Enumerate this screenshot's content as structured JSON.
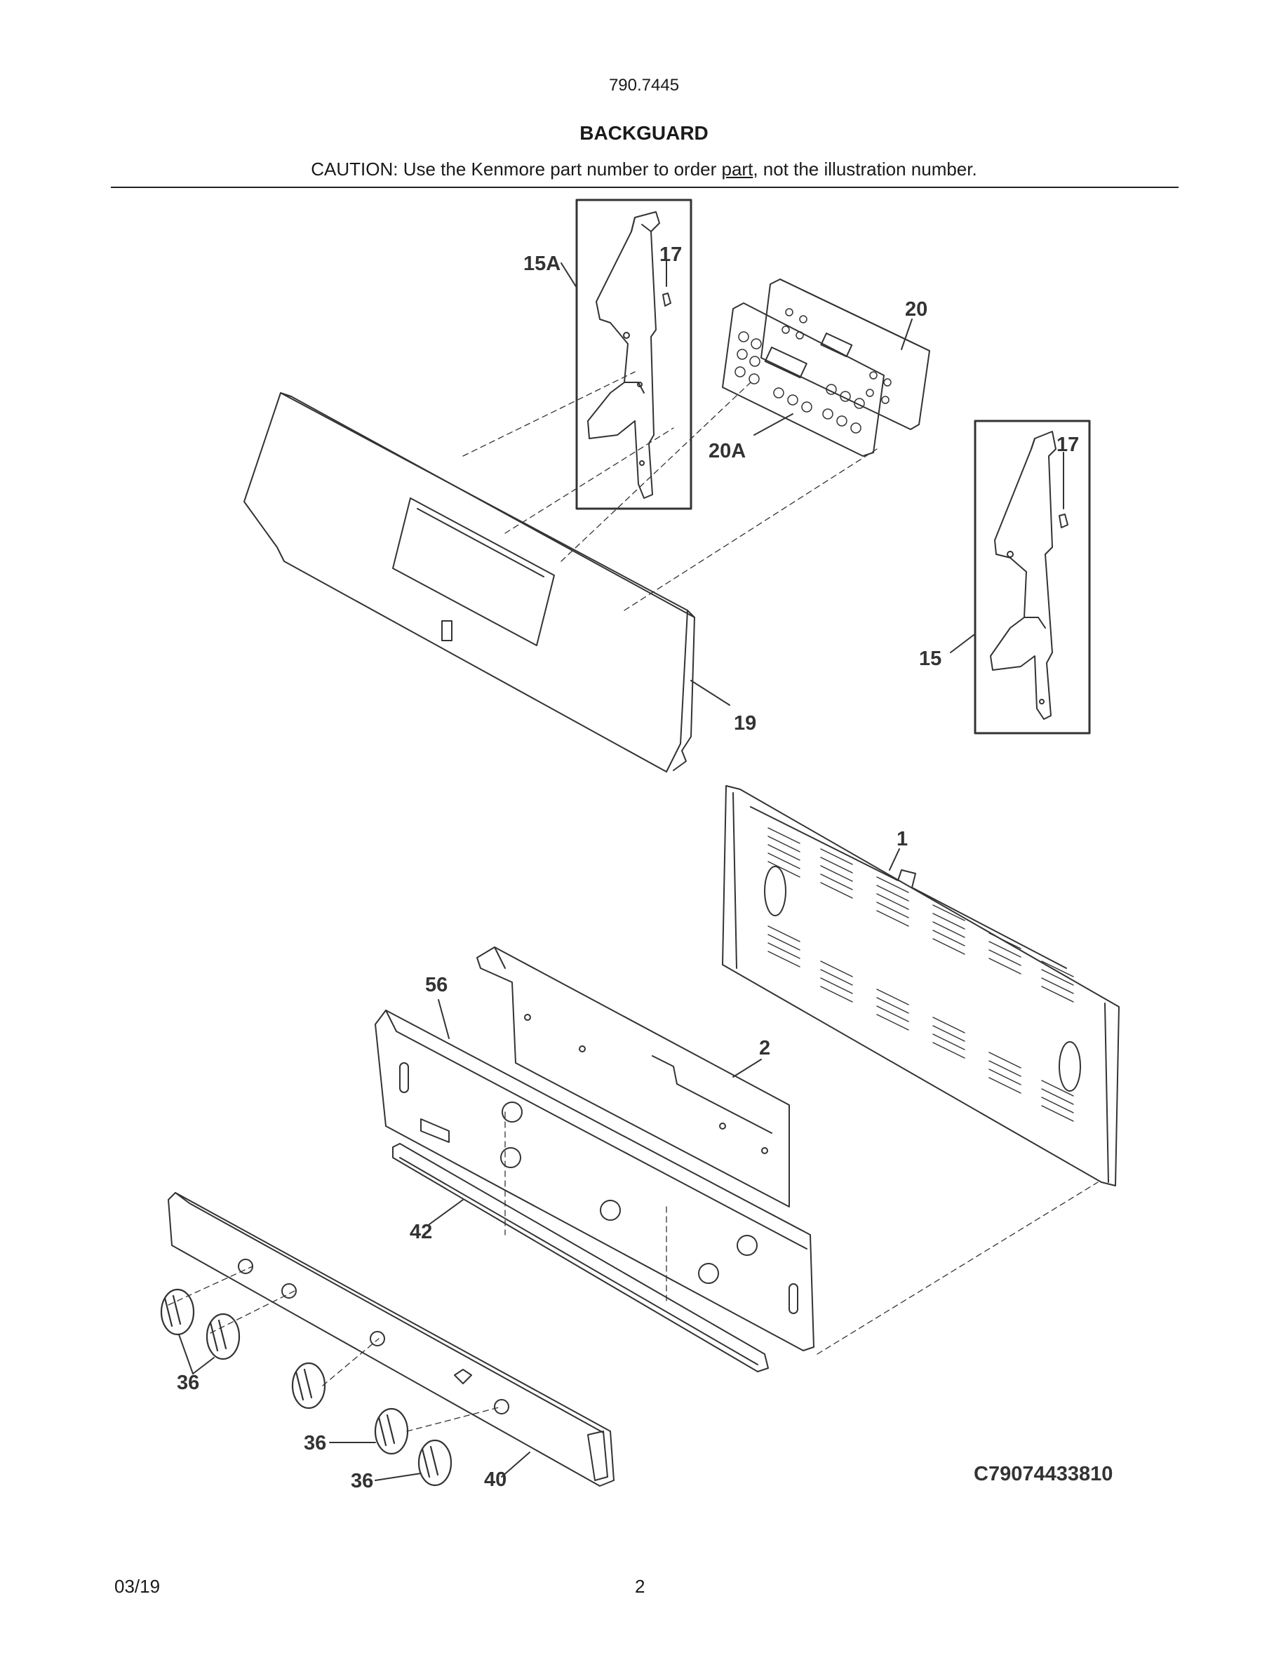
{
  "header": {
    "model_number": "790.7445",
    "section_title": "BACKGUARD",
    "caution_before": "CAUTION: Use the Kenmore part number to order ",
    "caution_link": "part",
    "caution_after": ", not the illustration number."
  },
  "callouts": {
    "c15A": "15A",
    "c17a": "17",
    "c20": "20",
    "c20A": "20A",
    "c17b": "17",
    "c15": "15",
    "c19": "19",
    "c1": "1",
    "c56": "56",
    "c2": "2",
    "c42": "42",
    "c36a": "36",
    "c36b": "36",
    "c36c": "36",
    "c40": "40"
  },
  "diagram_code": "C79074433810",
  "footer": {
    "date": "03/19",
    "page": "2"
  },
  "colors": {
    "line": "#333333",
    "knob": "#555555"
  }
}
